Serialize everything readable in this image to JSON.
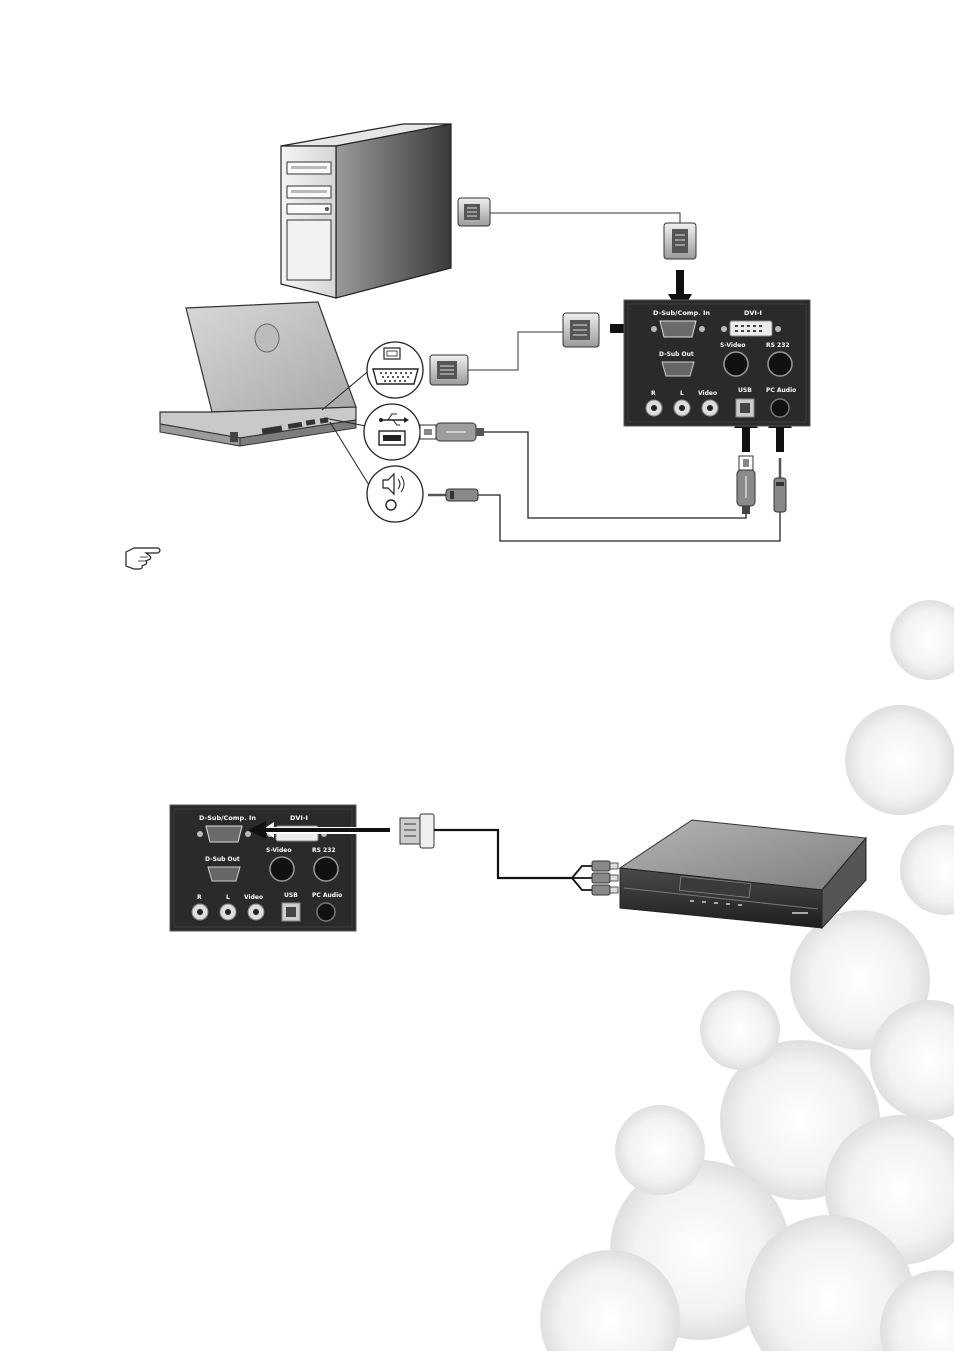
{
  "panel_labels": {
    "dsub_in": "D-Sub/Comp. In",
    "dvi": "DVI-I",
    "svideo": "S-Video",
    "rs232": "RS 232",
    "dsub_out": "D-Sub Out",
    "r": "R",
    "l": "L",
    "video": "Video",
    "usb": "USB",
    "pcaudio": "PC Audio"
  },
  "icons": {
    "note": "pointing-hand-icon",
    "monitor": "monitor-port-icon",
    "usb": "usb-icon",
    "audio": "speaker-icon"
  },
  "colors": {
    "panel": "#2a2a2a",
    "cable": "#222222",
    "arrow": "#111111"
  }
}
